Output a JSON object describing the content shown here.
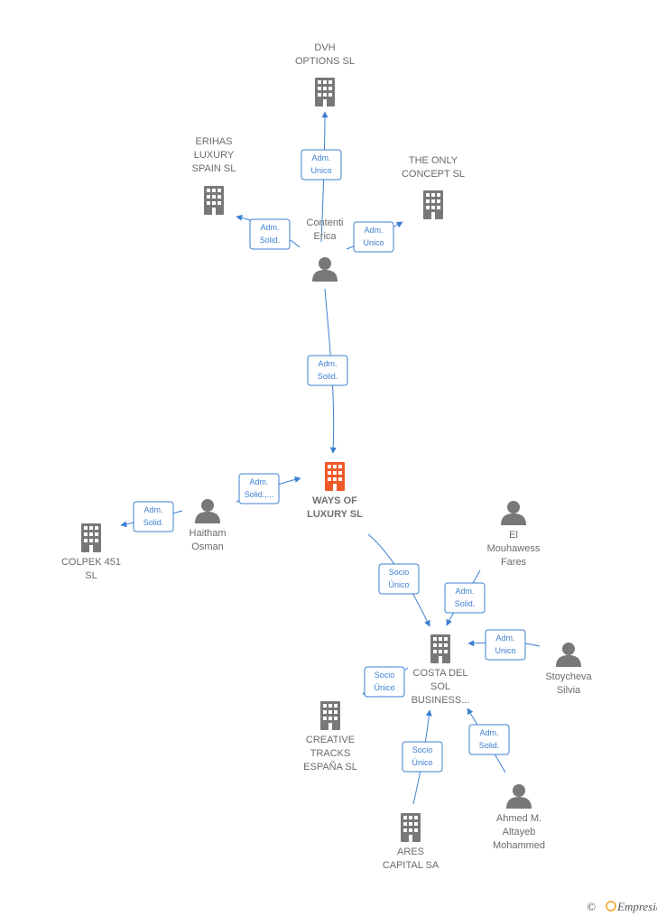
{
  "colors": {
    "company": "#787878",
    "main_company": "#f05a28",
    "person": "#787878",
    "edge": "#3d7fd0"
  },
  "nodes": [
    {
      "id": "dvh",
      "type": "company",
      "icon": "building-icon",
      "label": [
        "DVH",
        "OPTIONS  SL"
      ]
    },
    {
      "id": "erihas",
      "type": "company",
      "icon": "building-icon",
      "label": [
        "ERIHAS",
        "LUXURY",
        "SPAIN  SL"
      ]
    },
    {
      "id": "theonly",
      "type": "company",
      "icon": "building-icon",
      "label": [
        "THE ONLY",
        "CONCEPT  SL"
      ]
    },
    {
      "id": "contenti",
      "type": "person",
      "icon": "person-icon",
      "label": [
        "Contenti",
        "Erica"
      ]
    },
    {
      "id": "ways",
      "type": "main_company",
      "icon": "building-icon",
      "label": [
        "WAYS OF",
        "LUXURY  SL"
      ]
    },
    {
      "id": "haitham",
      "type": "person",
      "icon": "person-icon",
      "label": [
        "Haitham",
        "Osman"
      ]
    },
    {
      "id": "colpek",
      "type": "company",
      "icon": "building-icon",
      "label": [
        "COLPEK 451",
        "SL"
      ]
    },
    {
      "id": "elmouhawess",
      "type": "person",
      "icon": "person-icon",
      "label": [
        "El",
        "Mouhawess",
        "Fares"
      ]
    },
    {
      "id": "costa",
      "type": "company",
      "icon": "building-icon",
      "label": [
        "COSTA DEL",
        "SOL",
        "BUSINESS..."
      ]
    },
    {
      "id": "stoycheva",
      "type": "person",
      "icon": "person-icon",
      "label": [
        "Stoycheva",
        "Silvia"
      ]
    },
    {
      "id": "creative",
      "type": "company",
      "icon": "building-icon",
      "label": [
        "CREATIVE",
        "TRACKS",
        "ESPAÑA  SL"
      ]
    },
    {
      "id": "ares",
      "type": "company",
      "icon": "building-icon",
      "label": [
        "ARES",
        "CAPITAL SA"
      ]
    },
    {
      "id": "ahmed",
      "type": "person",
      "icon": "person-icon",
      "label": [
        "Ahmed M.",
        "Altayeb",
        "Mohammed"
      ]
    }
  ],
  "edges": [
    {
      "id": "e1",
      "from": "contenti",
      "to": "dvh",
      "label": [
        "Adm.",
        "Unico"
      ]
    },
    {
      "id": "e2",
      "from": "contenti",
      "to": "erihas",
      "label": [
        "Adm.",
        "Solid."
      ]
    },
    {
      "id": "e3",
      "from": "contenti",
      "to": "theonly",
      "label": [
        "Adm.",
        "Unico"
      ]
    },
    {
      "id": "e4",
      "from": "contenti",
      "to": "ways",
      "label": [
        "Adm.",
        "Solid."
      ]
    },
    {
      "id": "e5",
      "from": "haitham",
      "to": "ways",
      "label": [
        "Adm.",
        "Solid.,..."
      ]
    },
    {
      "id": "e6",
      "from": "haitham",
      "to": "colpek",
      "label": [
        "Adm.",
        "Solid."
      ]
    },
    {
      "id": "e7",
      "from": "ways",
      "to": "costa",
      "label": [
        "Socio",
        "Único"
      ]
    },
    {
      "id": "e8",
      "from": "elmouhawess",
      "to": "costa",
      "label": [
        "Adm.",
        "Solid."
      ]
    },
    {
      "id": "e9",
      "from": "stoycheva",
      "to": "costa",
      "label": [
        "Adm.",
        "Unico"
      ]
    },
    {
      "id": "e10",
      "from": "costa",
      "to": "creative",
      "label": [
        "Socio",
        "Único"
      ]
    },
    {
      "id": "e11",
      "from": "ares",
      "to": "costa",
      "label": [
        "Socio",
        "Único"
      ]
    },
    {
      "id": "e12",
      "from": "ahmed",
      "to": "costa",
      "label": [
        "Adm.",
        "Solid."
      ]
    }
  ],
  "footer": {
    "copyright_symbol": "©",
    "brand": "Empresia",
    "brand_icon": "empresia-logo-icon"
  }
}
